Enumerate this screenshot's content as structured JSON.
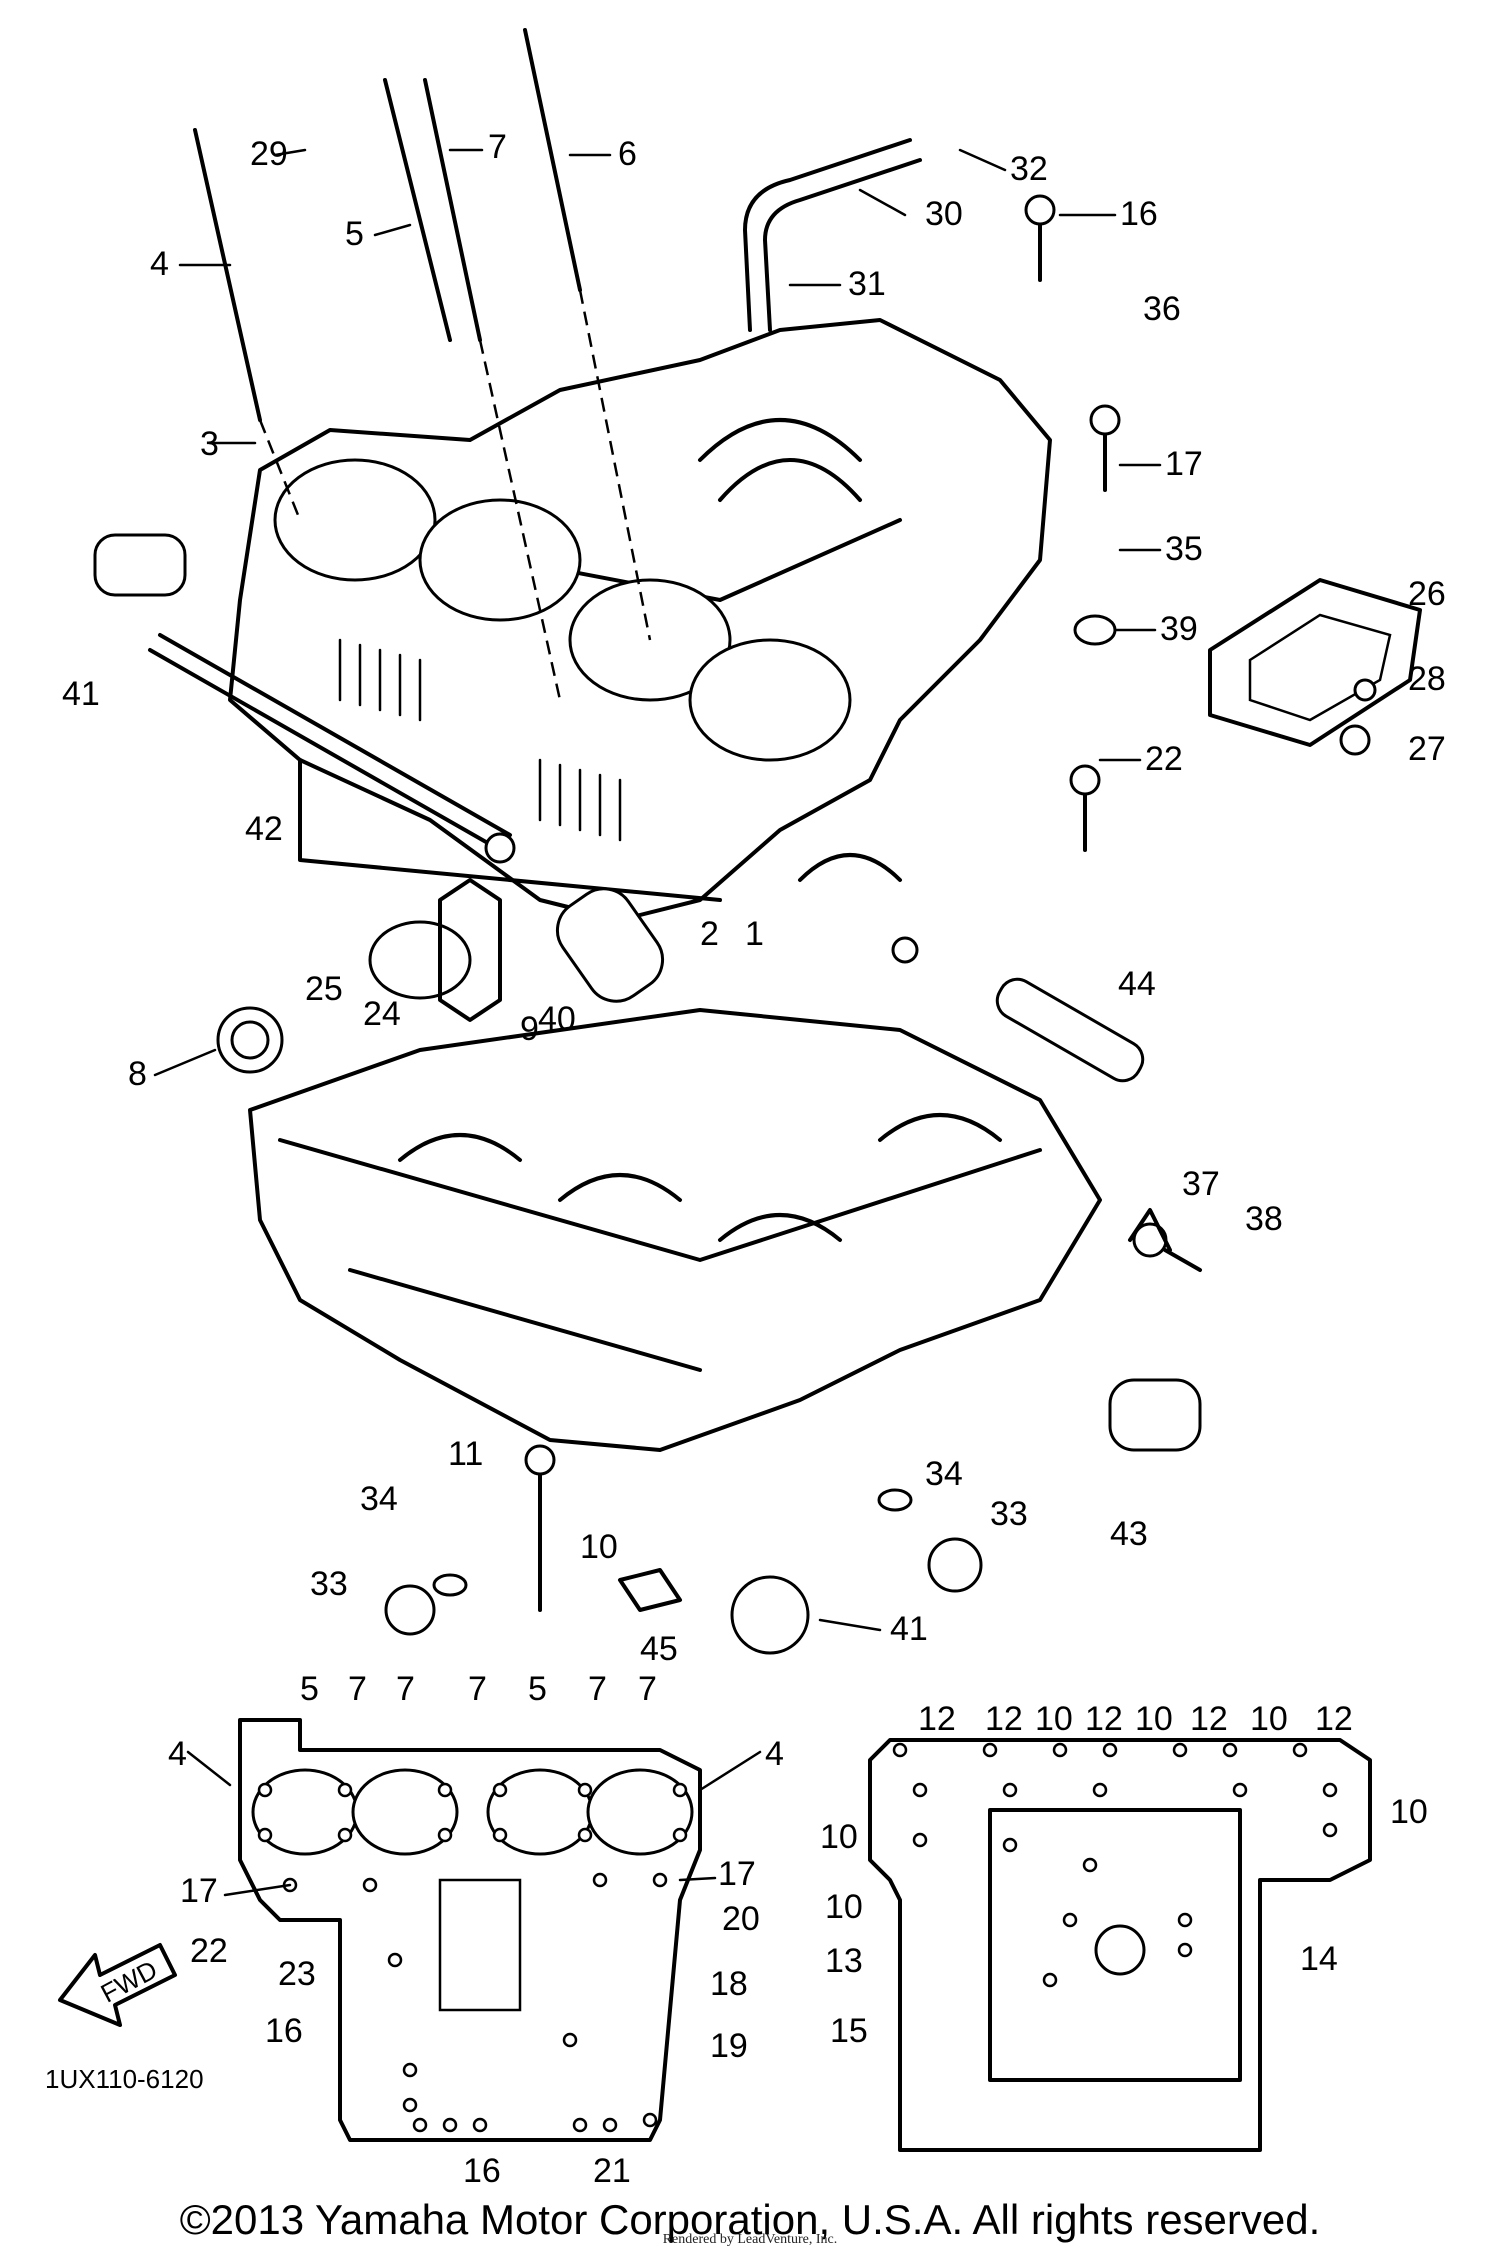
{
  "diagram": {
    "callouts_upper": [
      "1",
      "2",
      "3",
      "4",
      "5",
      "6",
      "7",
      "8",
      "9",
      "10",
      "11",
      "16",
      "17",
      "22",
      "24",
      "25",
      "26",
      "27",
      "28",
      "29",
      "30",
      "31",
      "32",
      "33",
      "34",
      "35",
      "36",
      "37",
      "38",
      "39",
      "40",
      "41",
      "42",
      "43",
      "44",
      "45"
    ],
    "callouts_lower_left": [
      "4",
      "5",
      "7",
      "17",
      "20",
      "18",
      "19",
      "16",
      "21",
      "22",
      "23"
    ],
    "callouts_lower_right": [
      "10",
      "12",
      "13",
      "14",
      "15"
    ],
    "fwd_label": "FWD",
    "drawing_code": "1UX110-6120"
  },
  "footer": {
    "copyright": "©2013 Yamaha Motor Corporation, U.S.A. All rights reserved.",
    "rendered_by": "Rendered by LeadVenture, Inc."
  }
}
